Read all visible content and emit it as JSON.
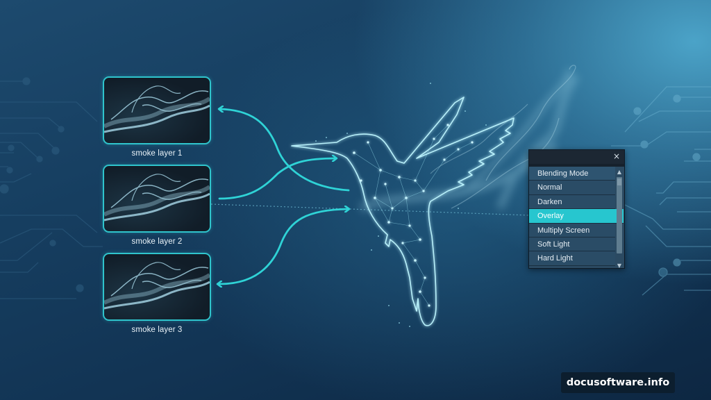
{
  "diagram": {
    "layers": [
      {
        "label": "smoke layer 1",
        "arrow_direction": "to-layer"
      },
      {
        "label": "smoke layer 2",
        "arrow_direction": "to-bird"
      },
      {
        "label": "smoke layer 3",
        "arrow_direction": "bidirectional"
      }
    ],
    "center_subject": "hummingbird-wireframe",
    "colors": {
      "accent": "#2fd3d6",
      "selected_row": "#27c6cf",
      "bg_dark": "#0d2742",
      "bg_light": "#4ba3c8"
    }
  },
  "blend_panel": {
    "close_icon": "×",
    "header": "Blending Mode",
    "options": [
      "Normal",
      "Darken",
      "Overlay",
      "Multiply Screen",
      "Soft Light",
      "Hard Light"
    ],
    "selected": "Overlay",
    "scroll_up_icon": "^",
    "scroll_down_icon": "v"
  },
  "watermark": {
    "text": "docusoftware.info"
  }
}
